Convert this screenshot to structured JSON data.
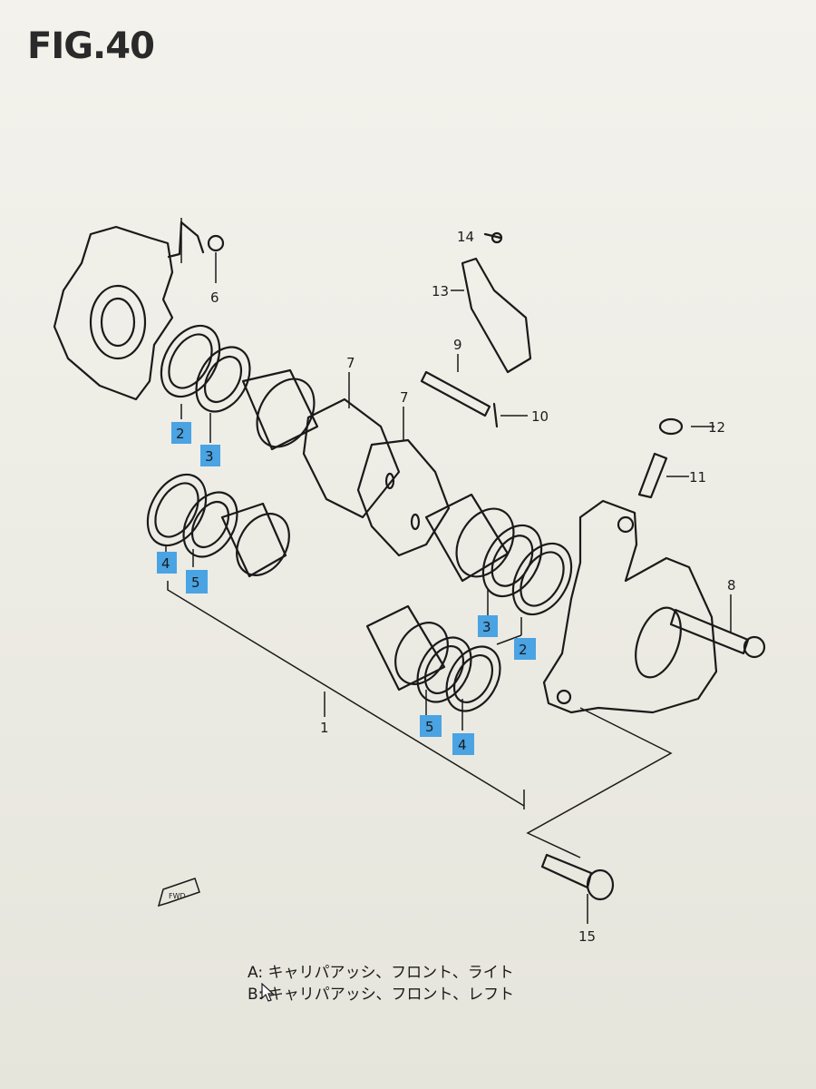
{
  "figure": {
    "title": "FIG.40"
  },
  "labels": {
    "l1": "1",
    "l6": "6",
    "l7a": "7",
    "l7b": "7",
    "l8": "8",
    "l9": "9",
    "l10": "10",
    "l11": "11",
    "l12": "12",
    "l13": "13",
    "l14": "14",
    "l15": "15"
  },
  "highlighted_labels": {
    "h2a": "2",
    "h3a": "3",
    "h4a": "4",
    "h5a": "5",
    "h3b": "3",
    "h2b": "2",
    "h5b": "5",
    "h4b": "4"
  },
  "fwd_mark": "FWD",
  "legend": {
    "a": "A: キャリパアッシ、フロント、ライト",
    "b": "B: キャリパアッシ、フロント、レフト"
  },
  "colors": {
    "highlight": "#4aa3e3",
    "ink": "#1a1a1a",
    "paper": "#efeee7"
  }
}
